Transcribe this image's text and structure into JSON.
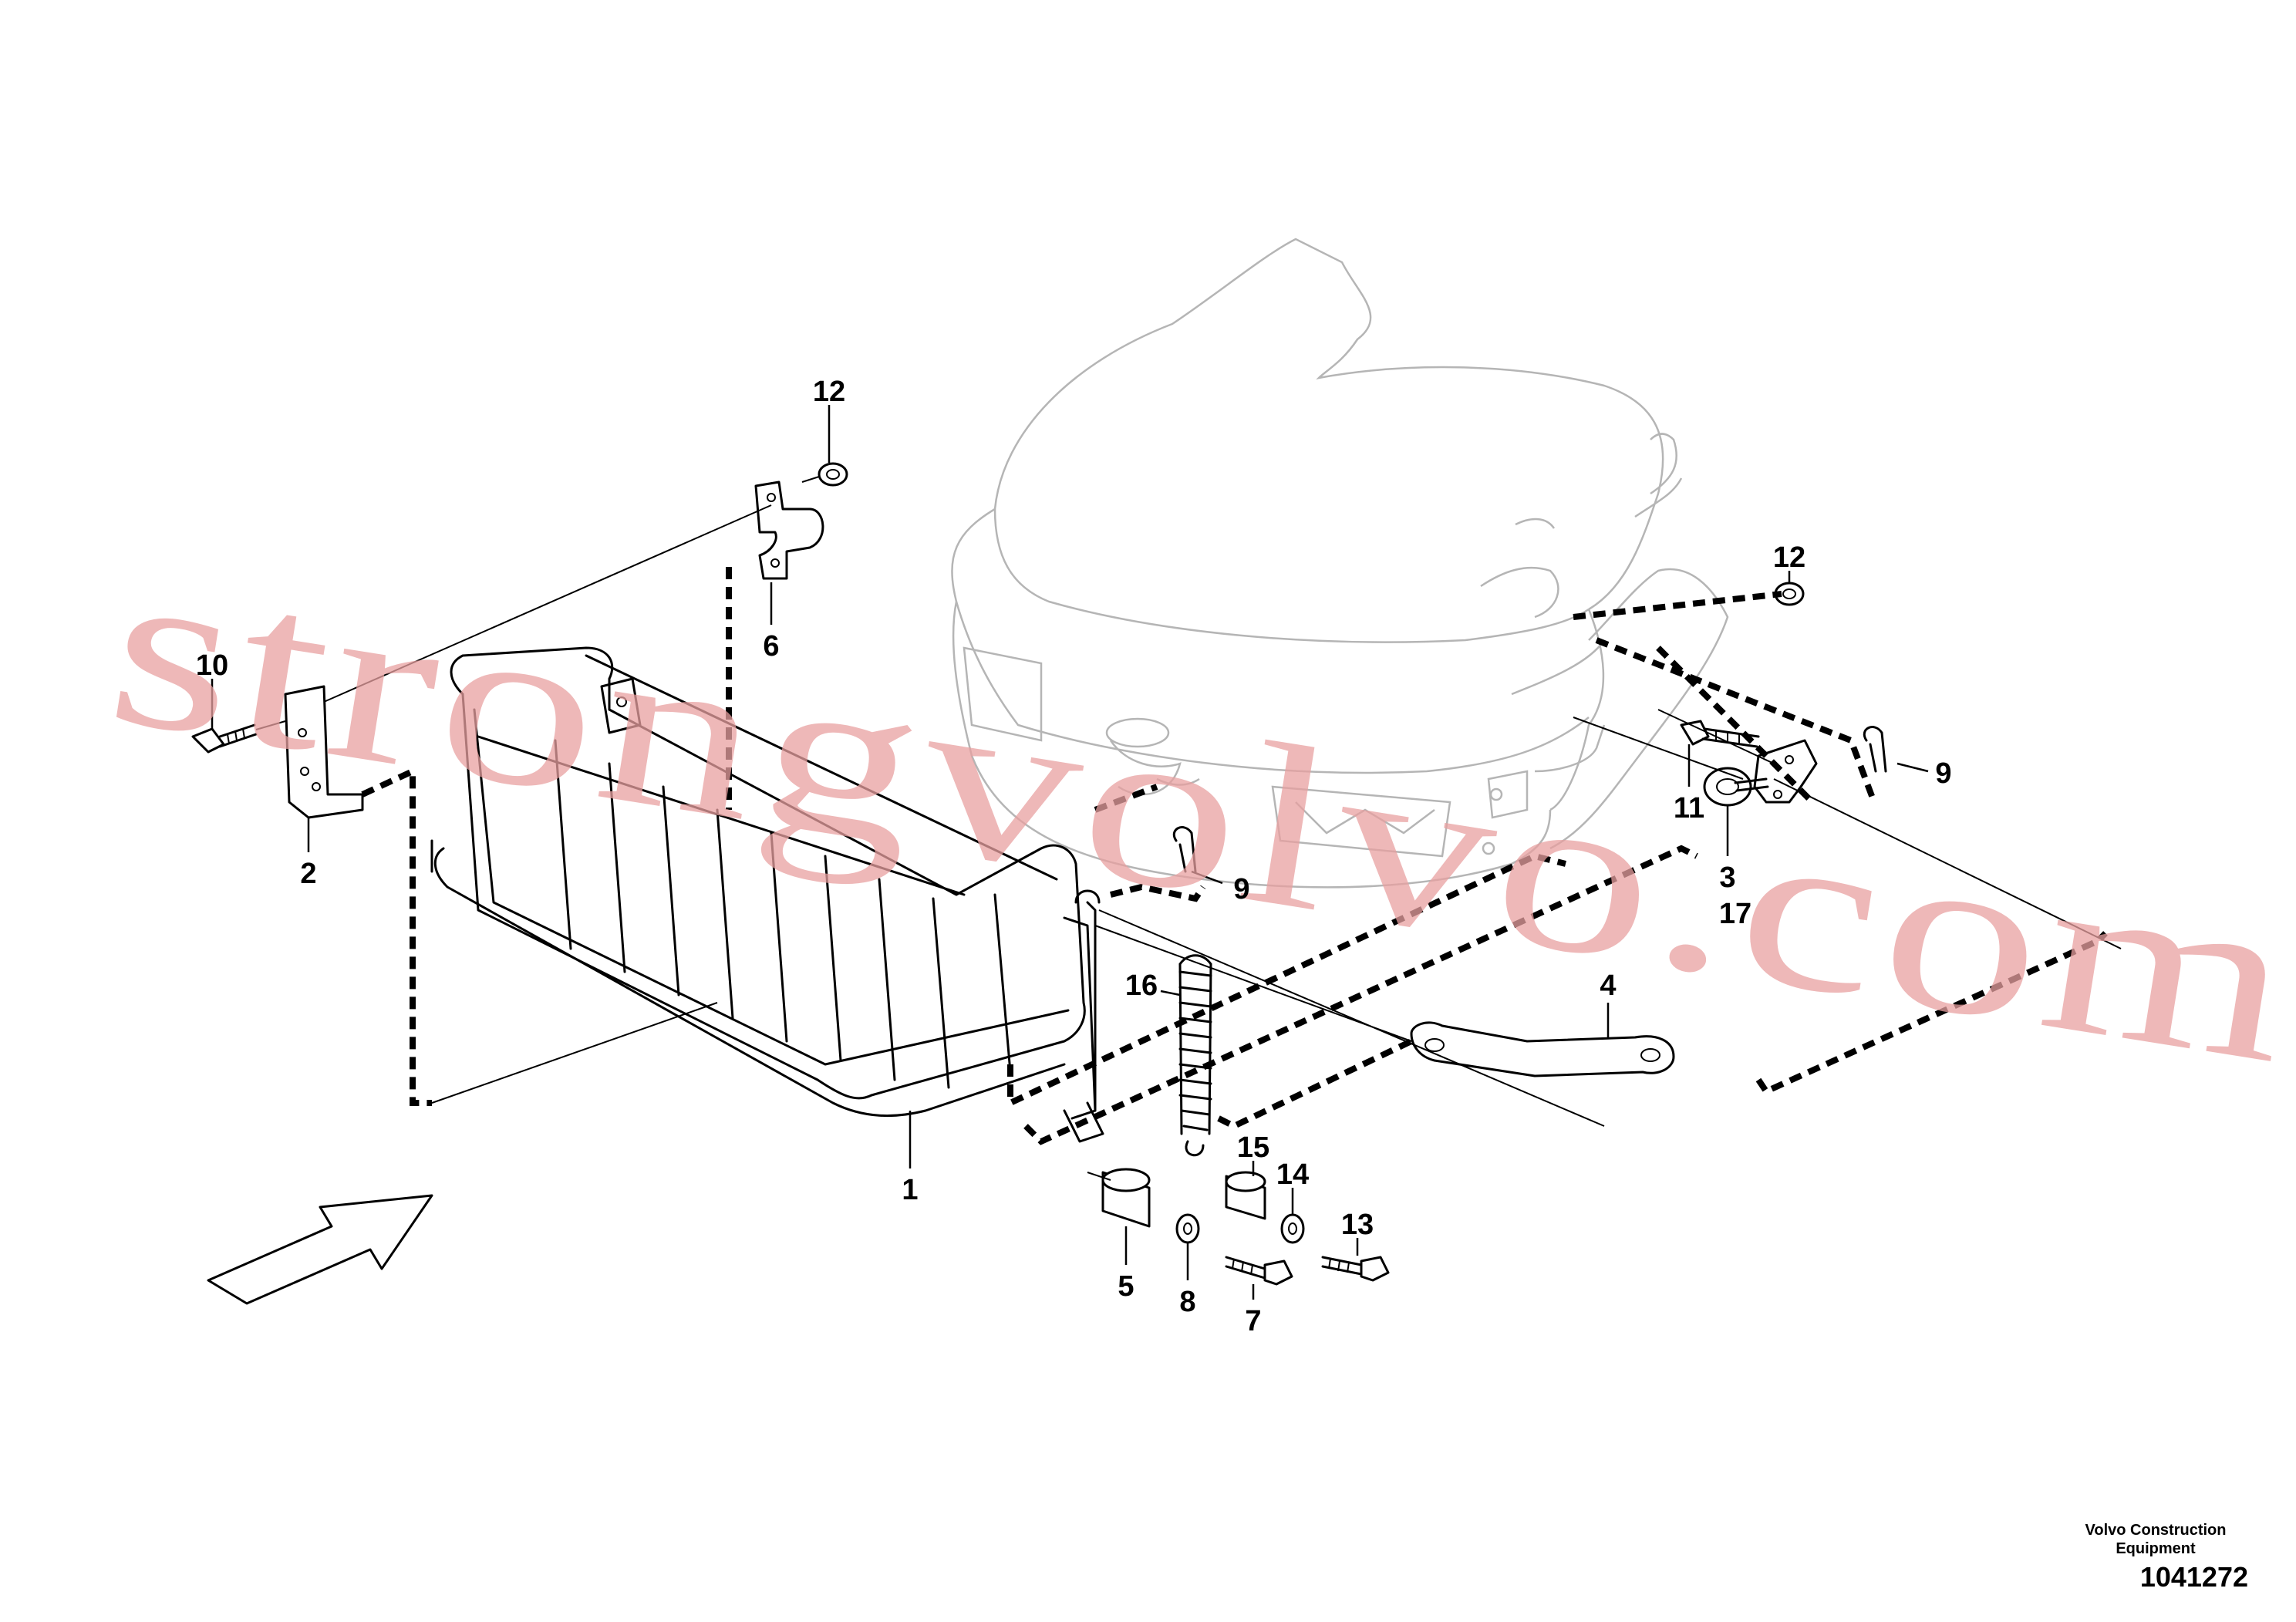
{
  "watermark": {
    "text": "strongvolvo.com"
  },
  "footer": {
    "brand_line1": "Volvo Construction",
    "brand_line2": "Equipment",
    "document_number": "1041272"
  },
  "part_labels": {
    "p1": "1",
    "p2": "2",
    "p3": "3",
    "p4": "4",
    "p5": "5",
    "p6": "6",
    "p7": "7",
    "p8": "8",
    "p9_left": "9",
    "p9_right": "9",
    "p10": "10",
    "p11": "11",
    "p12_left": "12",
    "p12_right": "12",
    "p13": "13",
    "p14": "14",
    "p15": "15",
    "p16": "16",
    "p17": "17"
  }
}
